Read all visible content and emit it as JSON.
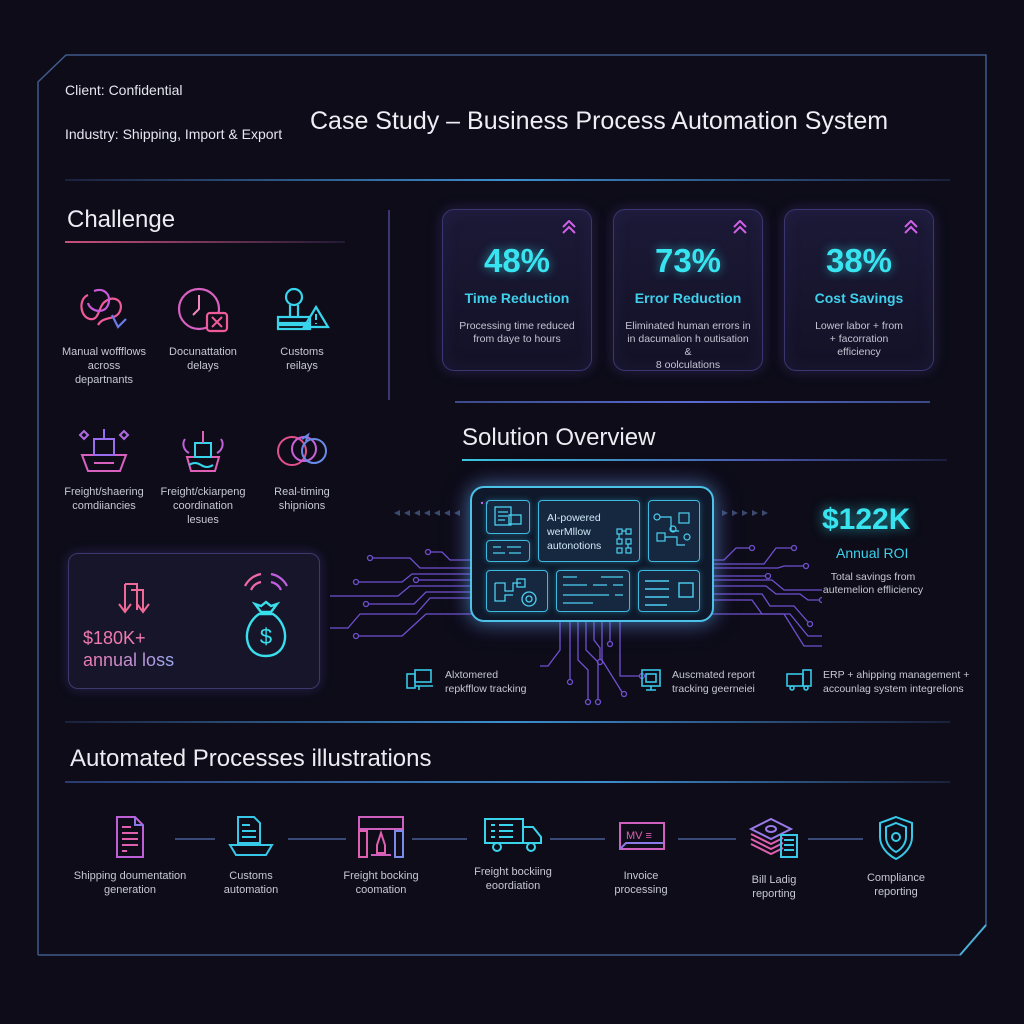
{
  "header": {
    "client": "Client: Confidential",
    "industry": "Industry: Shipping, Import & Export",
    "title": "Case Study – Business Process Automation System"
  },
  "challenge": {
    "title": "Challenge",
    "items": [
      {
        "icon": "tangled-workflow-icon",
        "label_l1": "Manual woffflows",
        "label_l2": "across",
        "label_l3": "departnants"
      },
      {
        "icon": "clock-delay-icon",
        "label_l1": "Docunattation",
        "label_l2": "delays",
        "label_l3": ""
      },
      {
        "icon": "customs-stamp-warning-icon",
        "label_l1": "Customs",
        "label_l2": "reilays",
        "label_l3": ""
      },
      {
        "icon": "ship-icon",
        "label_l1": "Freight/shaering",
        "label_l2": "comdiiancies",
        "label_l3": ""
      },
      {
        "icon": "cargo-ship-icon",
        "label_l1": "Freight/ckiarpeng",
        "label_l2": "coordination",
        "label_l3": "lesues"
      },
      {
        "icon": "realtime-cycle-icon",
        "label_l1": "Real-timing",
        "label_l2": "shipnions",
        "label_l3": ""
      }
    ],
    "loss": {
      "value": "$180K+",
      "label": "annual loss",
      "icons": [
        "down-arrows-icon",
        "money-bag-icon"
      ]
    }
  },
  "stats": [
    {
      "value": "48%",
      "label": "Time Reduction",
      "desc_l1": "Processing time reduced",
      "desc_l2": "from daye to hours",
      "desc_l3": ""
    },
    {
      "value": "73%",
      "label": "Error Reduction",
      "desc_l1": "Eliminated human errors in",
      "desc_l2": "in dacumalion h outisation &",
      "desc_l3": "8 oolculations"
    },
    {
      "value": "38%",
      "label": "Cost Savings",
      "desc_l1": "Lower labor + from",
      "desc_l2": "+ facorration",
      "desc_l3": "efficiency"
    }
  ],
  "solution": {
    "title": "Solution Overview",
    "dashboard": {
      "panel_text_l1": "AI-powered",
      "panel_text_l2": "werMllow",
      "panel_text_l3": "autonotions"
    },
    "roi": {
      "value": "$122K",
      "label": "Annual ROI",
      "desc_l1": "Total savings from",
      "desc_l2": "autemelion effliciency"
    },
    "features": [
      {
        "icon": "devices-icon",
        "l1": "Alxtomered",
        "l2": "repkfflow tracking"
      },
      {
        "icon": "monitor-report-icon",
        "l1": "Auscmated report",
        "l2": "tracking geerneiei"
      },
      {
        "icon": "truck-integration-icon",
        "l1": "ERP + ahipping management +",
        "l2": "accounlag system integrelions"
      }
    ]
  },
  "processes": {
    "title": "Automated Processes illustrations",
    "items": [
      {
        "icon": "document-icon",
        "l1": "Shipping doumentation",
        "l2": "generation"
      },
      {
        "icon": "customs-ship-doc-icon",
        "l1": "Customs",
        "l2": "automation"
      },
      {
        "icon": "port-crane-icon",
        "l1": "Freight bocking",
        "l2": "coomation"
      },
      {
        "icon": "truck-icon",
        "l1": "Freight bockiing",
        "l2": "eoordiation"
      },
      {
        "icon": "invoice-icon",
        "l1": "Invoice",
        "l2": "processing"
      },
      {
        "icon": "bills-stack-icon",
        "l1": "Bill Ladig",
        "l2": "reporting"
      },
      {
        "icon": "shield-icon",
        "l1": "Compliance",
        "l2": "reporting"
      }
    ]
  },
  "colors": {
    "background": "#0d0c18",
    "cyan_accent": "#38e4f0",
    "pink_accent": "#f07ab0",
    "purple_accent": "#9a6cf0",
    "frame": "#3f5a8a"
  }
}
